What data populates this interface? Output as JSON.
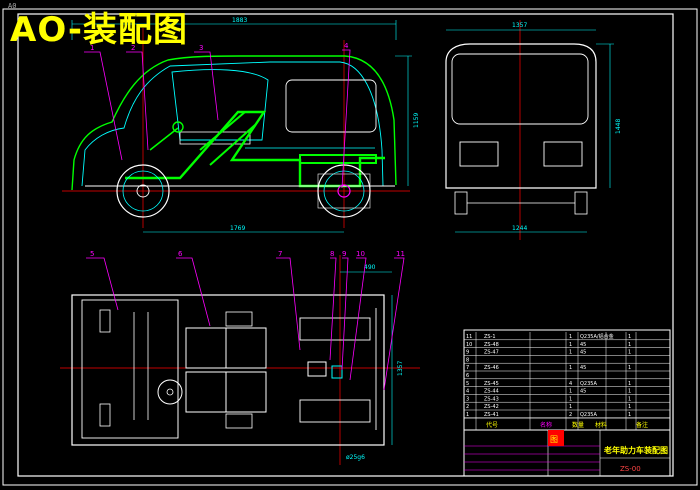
{
  "header": {
    "title": "AO-装配图",
    "tag": "A0"
  },
  "dimensions": {
    "top_width": "1883",
    "length": "1769",
    "side_height": "1159",
    "front_width": "1357",
    "front_height": "1448",
    "front_track": "1244",
    "plan_dim": "490",
    "plan_width": "1357",
    "axle_spec": "ø25g6"
  },
  "balloons": [
    "1",
    "2",
    "3",
    "4",
    "5",
    "6",
    "7",
    "8",
    "9",
    "10",
    "11"
  ],
  "title_block": {
    "drawing_title": "老年助力车装配图",
    "drawing_no": "ZS-00",
    "short_label": "图",
    "header_cols": [
      "代号",
      "名称",
      "数量",
      "材料",
      "备注"
    ],
    "parts": [
      {
        "no": "11",
        "code": "ZS-1",
        "qty": "1",
        "mat": "Q235A/铝合金",
        "spare": "1"
      },
      {
        "no": "10",
        "code": "ZS-48",
        "qty": "1",
        "mat": "45",
        "spare": "1"
      },
      {
        "no": "9",
        "code": "ZS-47",
        "qty": "1",
        "mat": "45",
        "spare": "1"
      },
      {
        "no": "8",
        "code": "",
        "qty": "",
        "mat": "",
        "spare": ""
      },
      {
        "no": "7",
        "code": "ZS-46",
        "qty": "1",
        "mat": "45",
        "spare": "1"
      },
      {
        "no": "6",
        "code": "",
        "qty": "",
        "mat": "",
        "spare": ""
      },
      {
        "no": "5",
        "code": "ZS-45",
        "qty": "4",
        "mat": "Q235A",
        "spare": "1"
      },
      {
        "no": "4",
        "code": "ZS-44",
        "qty": "1",
        "mat": "45",
        "spare": "1"
      },
      {
        "no": "3",
        "code": "ZS-43",
        "qty": "1",
        "mat": "",
        "spare": "1"
      },
      {
        "no": "2",
        "code": "ZS-42",
        "qty": "1",
        "mat": "",
        "spare": "1"
      },
      {
        "no": "1",
        "code": "ZS-41",
        "qty": "2",
        "mat": "Q235A",
        "spare": "1"
      }
    ]
  },
  "colors": {
    "background": "#000000",
    "frame": "#ffffff",
    "outline": "#00ffff",
    "chassis": "#00ff00",
    "center_line": "#ff0000",
    "leaders": "#ff00ff",
    "dims": "#00ffff",
    "title": "#ffff00"
  }
}
